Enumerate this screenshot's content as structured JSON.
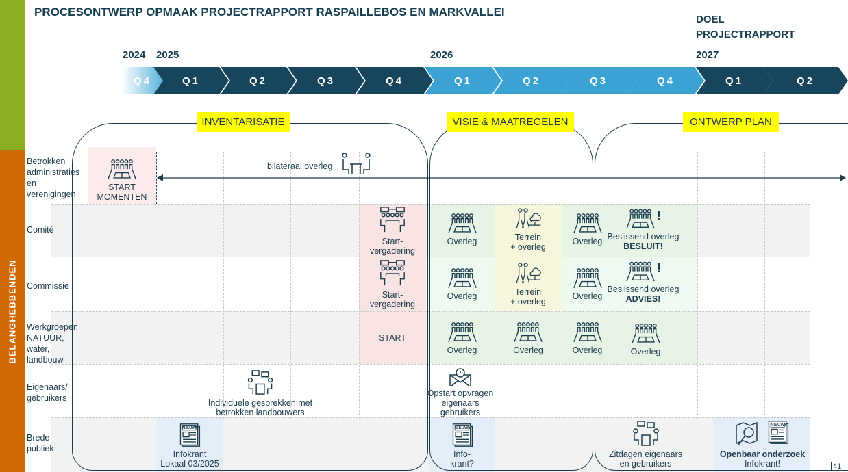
{
  "title": "PROCESONTWERP OPMAAK PROJECTRAPPORT RASPAILLEBOS EN MARKVALLEI",
  "goal": [
    "DOEL",
    "PROJECTRAPPORT"
  ],
  "years": [
    "2024",
    "2025",
    "2026",
    "2027"
  ],
  "quarters": [
    "Q4",
    "Q1",
    "Q2",
    "Q3",
    "Q4",
    "Q1",
    "Q2",
    "Q3",
    "Q4",
    "Q1",
    "Q2"
  ],
  "phases": [
    "INVENTARISATIE",
    "VISIE & MAATREGELEN",
    "ONTWERP PLAN"
  ],
  "side_label": "BELANGHEBBENDEN",
  "rows": [
    "Betrokken administraties en verenigingen",
    "Comité",
    "Commissie",
    "Werkgroepen NATUUR, water, landbouw",
    "Eigenaars/ gebruikers",
    "Brede publiek"
  ],
  "cells": {
    "start_momenten": [
      "START",
      "MOMENTEN"
    ],
    "bilateraal": "bilateraal overleg",
    "startverg": [
      "Start-",
      "vergadering"
    ],
    "overleg": "Overleg",
    "terrein": [
      "Terrein",
      "+ overleg"
    ],
    "beslissend": "Beslissend overleg",
    "besluit": "BESLUIT!",
    "advies": "ADVIES!",
    "start": "START",
    "individuele": [
      "Individuele gesprekken met",
      "betrokken landbouwers"
    ],
    "opstart": [
      "Opstart opvragen",
      "eigenaars",
      "gebruikers"
    ],
    "infokrant1": [
      "Infokrant",
      "Lokaal 03/2025"
    ],
    "infokrant2": [
      "Info-",
      "krant?"
    ],
    "zitdagen": [
      "Zitdagen eigenaars",
      "en gebruikers"
    ],
    "openbaar": [
      "Openbaar onderzoek",
      "Infokrant!"
    ],
    "nieuws": "NIEUWS"
  },
  "page_number": "41"
}
